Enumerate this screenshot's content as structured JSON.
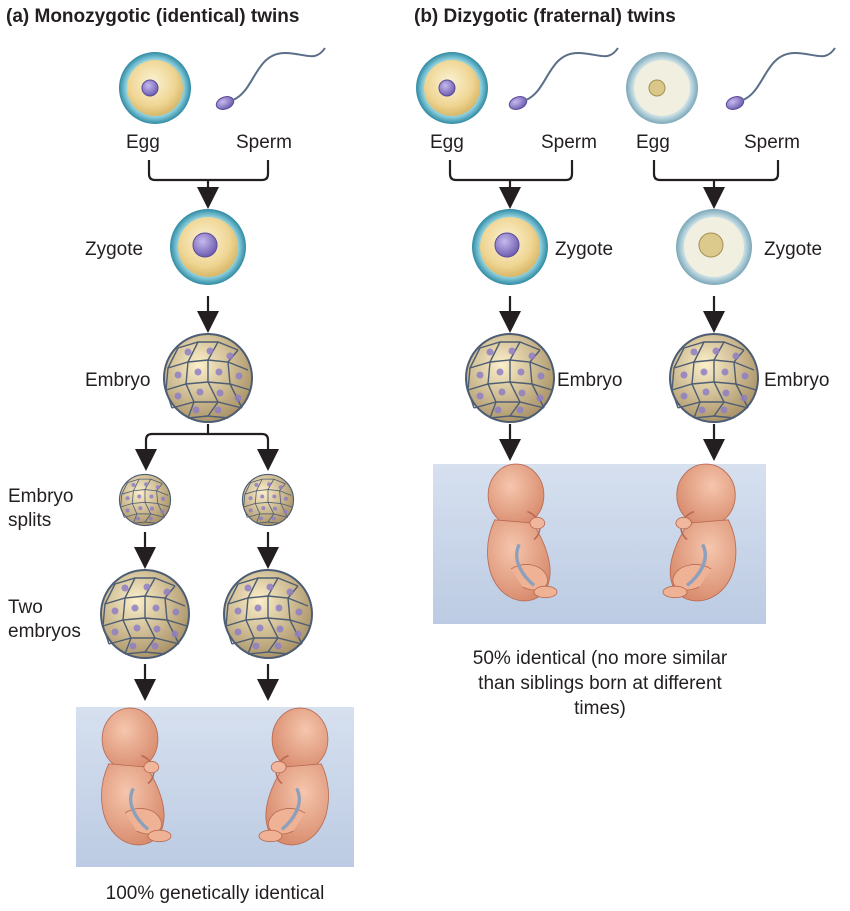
{
  "panel_a": {
    "title": "(a) Monozygotic (identical) twins",
    "egg_label": "Egg",
    "sperm_label": "Sperm",
    "zygote_label": "Zygote",
    "embryo_label": "Embryo",
    "splits_label_line1": "Embryo",
    "splits_label_line2": "splits",
    "two_label_line1": "Two",
    "two_label_line2": "embryos",
    "caption": "100% genetically identical"
  },
  "panel_b": {
    "title": "(b) Dizygotic (fraternal) twins",
    "egg_label": "Egg",
    "sperm_label": "Sperm",
    "zygote_label": "Zygote",
    "embryo_label": "Embryo",
    "caption_line1": "50% identical (no more similar",
    "caption_line2": "than siblings born at different",
    "caption_line3": "times)"
  },
  "colors": {
    "egg_rim": "#4ea3b8",
    "egg_fill": "#f2d99a",
    "nucleus": "#8f7fc4",
    "embryo_cell": "#e9d59a",
    "embryo_edge": "#5b6f86",
    "fetus_skin": "#e6a789",
    "womb_panel": "#c9d6ea",
    "arrow": "#231f20"
  }
}
